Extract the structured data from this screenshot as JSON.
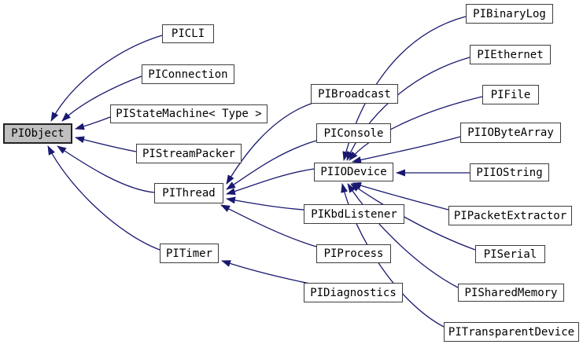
{
  "diagram": {
    "type": "class-inheritance-graph",
    "root_class": "PIObject",
    "colors": {
      "edge_arrow": "#191970",
      "node_border": "#3d3d3d",
      "highlight_node_fill": "#bfbfbf",
      "node_fill": "#ffffff",
      "text": "#000000",
      "background": "#ffffff"
    }
  },
  "nodes": [
    {
      "id": "PIObject",
      "label": "PIObject",
      "highlighted": true
    },
    {
      "id": "PICLI",
      "label": "PICLI",
      "highlighted": false
    },
    {
      "id": "PIConnection",
      "label": "PIConnection",
      "highlighted": false
    },
    {
      "id": "PIStateMachine",
      "label": "PIStateMachine< Type >",
      "highlighted": false
    },
    {
      "id": "PIStreamPacker",
      "label": "PIStreamPacker",
      "highlighted": false
    },
    {
      "id": "PIThread",
      "label": "PIThread",
      "highlighted": false
    },
    {
      "id": "PITimer",
      "label": "PITimer",
      "highlighted": false
    },
    {
      "id": "PIBroadcast",
      "label": "PIBroadcast",
      "highlighted": false
    },
    {
      "id": "PIConsole",
      "label": "PIConsole",
      "highlighted": false
    },
    {
      "id": "PIIODevice",
      "label": "PIIODevice",
      "highlighted": false
    },
    {
      "id": "PIKbdListener",
      "label": "PIKbdListener",
      "highlighted": false
    },
    {
      "id": "PIProcess",
      "label": "PIProcess",
      "highlighted": false
    },
    {
      "id": "PIDiagnostics",
      "label": "PIDiagnostics",
      "highlighted": false
    },
    {
      "id": "PIBinaryLog",
      "label": "PIBinaryLog",
      "highlighted": false
    },
    {
      "id": "PIEthernet",
      "label": "PIEthernet",
      "highlighted": false
    },
    {
      "id": "PIFile",
      "label": "PIFile",
      "highlighted": false
    },
    {
      "id": "PIIOByteArray",
      "label": "PIIOByteArray",
      "highlighted": false
    },
    {
      "id": "PIIOString",
      "label": "PIIOString",
      "highlighted": false
    },
    {
      "id": "PIPacketExtractor",
      "label": "PIPacketExtractor",
      "highlighted": false
    },
    {
      "id": "PISerial",
      "label": "PISerial",
      "highlighted": false
    },
    {
      "id": "PISharedMemory",
      "label": "PISharedMemory",
      "highlighted": false
    },
    {
      "id": "PITransparentDevice",
      "label": "PITransparentDevice",
      "highlighted": false
    }
  ],
  "edges": [
    {
      "from": "PICLI",
      "to": "PIObject"
    },
    {
      "from": "PIConnection",
      "to": "PIObject"
    },
    {
      "from": "PIStateMachine",
      "to": "PIObject"
    },
    {
      "from": "PIStreamPacker",
      "to": "PIObject"
    },
    {
      "from": "PIThread",
      "to": "PIObject"
    },
    {
      "from": "PITimer",
      "to": "PIObject"
    },
    {
      "from": "PIBroadcast",
      "to": "PIThread"
    },
    {
      "from": "PIConsole",
      "to": "PIThread"
    },
    {
      "from": "PIIODevice",
      "to": "PIThread"
    },
    {
      "from": "PIKbdListener",
      "to": "PIThread"
    },
    {
      "from": "PIProcess",
      "to": "PIThread"
    },
    {
      "from": "PIDiagnostics",
      "to": "PITimer"
    },
    {
      "from": "PIBinaryLog",
      "to": "PIIODevice"
    },
    {
      "from": "PIEthernet",
      "to": "PIIODevice"
    },
    {
      "from": "PIFile",
      "to": "PIIODevice"
    },
    {
      "from": "PIIOByteArray",
      "to": "PIIODevice"
    },
    {
      "from": "PIIOString",
      "to": "PIIODevice"
    },
    {
      "from": "PIPacketExtractor",
      "to": "PIIODevice"
    },
    {
      "from": "PISerial",
      "to": "PIIODevice"
    },
    {
      "from": "PISharedMemory",
      "to": "PIIODevice"
    },
    {
      "from": "PITransparentDevice",
      "to": "PIIODevice"
    }
  ]
}
